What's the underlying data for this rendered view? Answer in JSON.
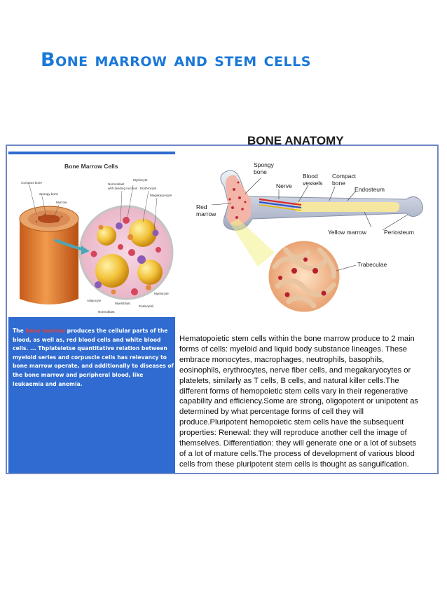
{
  "page": {
    "title": "Bone Marrow and Stem Cells"
  },
  "left_figure": {
    "title": "Bone Marrow Cells",
    "labels": {
      "compact_bone": "Compact bone",
      "spongy_bone": "Spongy bone",
      "marrow": "Marrow",
      "normoblast_nucleus": "Normoblast",
      "normoblast_nucleus_2": "with dividing nucleus",
      "myelocyte_top": "Myelocyte",
      "erythrocyte": "Erythrocyte",
      "adipocyte": "Adipocyte",
      "myeloblast": "Myeloblast",
      "eosinophil": "Eosinophil",
      "normoblast_bottom": "Normoblast",
      "megakaryocyte": "Megakaryocyte",
      "myelocyte_right": "Myelocyte"
    }
  },
  "sidebar": {
    "caption_prefix": "The ",
    "caption_highlight": "bone marrow",
    "caption_body": " produces the cellular parts of the blood, as well as, red blood cells and white blood cells. ... Thplateletse quantitative relation between myeloid series and corpuscle cells has relevancy to bone marrow operate, and additionally to diseases of the bone marrow and peripheral blood, like leukaemia and anemia."
  },
  "right_figure": {
    "title": "BONE ANATOMY",
    "labels": {
      "spongy_bone_1": "Spongy",
      "spongy_bone_2": "bone",
      "blood_vessels_1": "Blood",
      "blood_vessels_2": "vessels",
      "compact_bone_1": "Compact",
      "compact_bone_2": "bone",
      "nerve": "Nerve",
      "endosteum": "Endosteum",
      "red_marrow_1": "Red",
      "red_marrow_2": "marrow",
      "yellow_marrow": "Yellow marrow",
      "periosteum": "Periosteum",
      "trabeculae": "Trabeculae"
    }
  },
  "body": {
    "text": "Hematopoietic stem cells within the bone marrow produce to 2 main forms of cells: myeloid and liquid body substance lineages. These embrace monocytes, macrophages, neutrophils, basophils, eosinophils, erythrocytes, nerve fiber cells, and megakaryocytes or platelets, similarly as T cells, B cells, and natural killer cells.The different forms of hemopoietic stem cells vary in their regenerative capability and efficiency.Some are strong, oligopotent or unipotent as determined by what percentage forms of cell they will produce.Pluripotent hemopoietic stem cells have the subsequent properties:    Renewal: they will reproduce another cell the image of themselves.    Differentiation: they will generate one or a lot of subsets of a lot of mature cells.The process of development of various blood cells from these pluripotent stem cells is thought as sanguification."
  },
  "colors": {
    "title": "#1a78d8",
    "sidebar": "#2f6bd0",
    "frame": "#6f86c6",
    "highlight": "#e04040"
  }
}
